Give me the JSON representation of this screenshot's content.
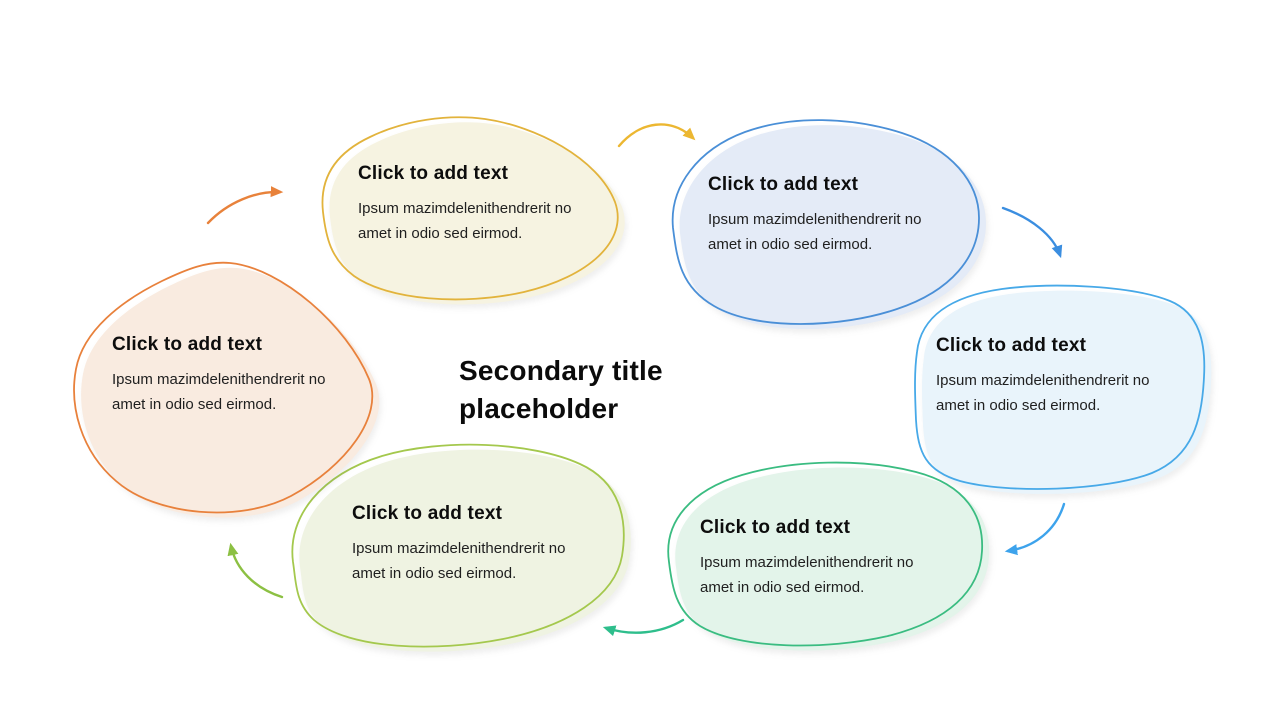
{
  "title": {
    "text": "Secondary title placeholder"
  },
  "blobs": [
    {
      "position": "top-left",
      "heading": "Click to add text",
      "body": "Ipsum mazimdelenithendrerit no amet in odio sed eirmod.",
      "border_color": "#e2b33c",
      "fill_color": "#f6f3e1"
    },
    {
      "position": "top-right",
      "heading": "Click to add text",
      "body": "Ipsum mazimdelenithendrerit no amet in odio sed eirmod.",
      "border_color": "#4a8fd7",
      "fill_color": "#e4ebf7"
    },
    {
      "position": "right",
      "heading": "Click to add text",
      "body": "Ipsum mazimdelenithendrerit no amet in odio sed eirmod.",
      "border_color": "#47a9e8",
      "fill_color": "#e9f4fb"
    },
    {
      "position": "bottom-right",
      "heading": "Click to add text",
      "body": "Ipsum mazimdelenithendrerit no amet in odio sed eirmod.",
      "border_color": "#3abc81",
      "fill_color": "#e3f4ea"
    },
    {
      "position": "bottom-left",
      "heading": "Click to add text",
      "body": "Ipsum mazimdelenithendrerit no amet in odio sed eirmod.",
      "border_color": "#a4c84d",
      "fill_color": "#eff3e2"
    },
    {
      "position": "left",
      "heading": "Click to add text",
      "body": "Ipsum mazimdelenithendrerit no amet in odio sed eirmod.",
      "border_color": "#e8813c",
      "fill_color": "#f9ebe0"
    }
  ],
  "arrows": [
    {
      "name": "top-left-to-top-right",
      "color": "#ecb731"
    },
    {
      "name": "top-right-to-right",
      "color": "#3b8ee0"
    },
    {
      "name": "right-to-bottom-right",
      "color": "#3da3ec"
    },
    {
      "name": "bottom-right-to-bottom-left",
      "color": "#2ebe8c"
    },
    {
      "name": "bottom-left-to-left",
      "color": "#8cc043"
    },
    {
      "name": "left-to-top-left",
      "color": "#e8823b"
    }
  ]
}
